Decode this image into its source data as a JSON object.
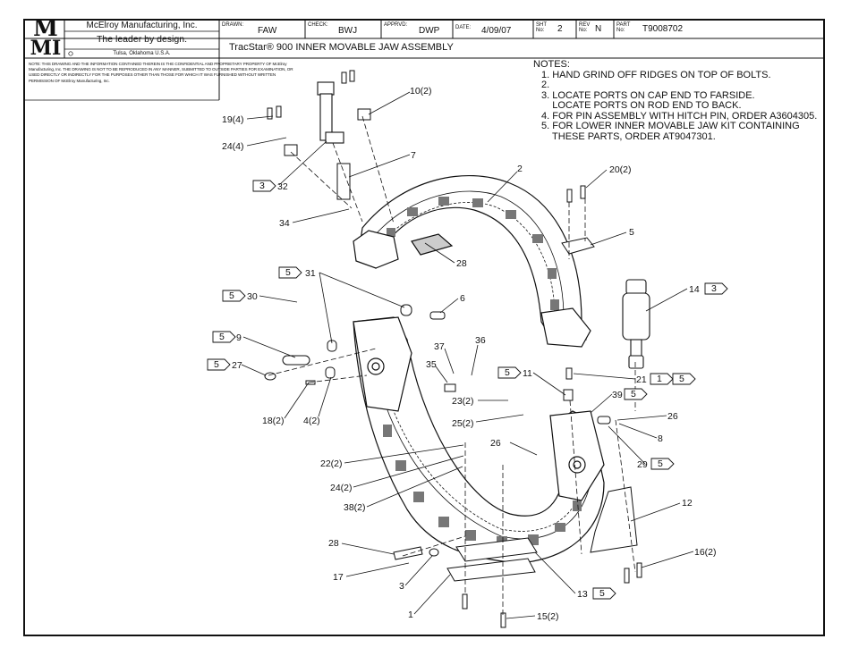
{
  "title_block": {
    "logo_top": "M",
    "logo_bottom": "MI",
    "company": "McElroy Manufacturing, Inc.",
    "tagline": "The leader by design.",
    "location": "Tulsa, Oklahoma U.S.A.",
    "drawn_label": "DRAWN:",
    "drawn_value": "FAW",
    "check_label": "CHECK:",
    "check_value": "BWJ",
    "apprvd_label": "APPRVD:",
    "apprvd_value": "DWP",
    "date_label": "DATE:",
    "date_value": "4/09/07",
    "sht_label": "SHT No:",
    "sht_value": "2",
    "rev_label": "REV No:",
    "rev_value": "N",
    "part_label": "PART No:",
    "part_value": "T9008702",
    "description": "TracStar® 900 INNER MOVABLE JAW ASSEMBLY",
    "notice": "NOTE: THIS DRAWING AND THE INFORMATION CONTAINED THEREIN IS THE CONFIDENTIAL AND PROPRIETARY PROPERTY OF McElroy Manufacturing, Inc. THE DRAWING IS NOT TO BE REPRODUCED IN ANY MANNER, SUBMITTED TO OUTSIDE PARTIES FOR EXAMINATION, OR USED DIRECTLY OR INDIRECTLY FOR THE PURPOSES OTHER THAN THOSE FOR WHICH IT WAS FURNISHED WITHOUT WRITTEN PERMISSION OF McElroy Manufacturing, Inc."
  },
  "notes": {
    "heading": "NOTES:",
    "lines": [
      "1. HAND GRIND OFF RIDGES ON TOP OF BOLTS.",
      "2.",
      "3. LOCATE PORTS ON CAP END TO FARSIDE.",
      "    LOCATE PORTS ON ROD END TO BACK.",
      "4. FOR PIN ASSEMBLY WITH HITCH PIN, ORDER A3604305.",
      "5. FOR LOWER INNER MOVABLE JAW KIT CONTAINING",
      "    THESE PARTS, ORDER AT9047301."
    ]
  },
  "callouts": {
    "c10": "10(2)",
    "c19": "19(4)",
    "c24a": "24(4)",
    "c7": "7",
    "c32": "32",
    "c34": "34",
    "c2": "2",
    "c28a": "28",
    "c20": "20(2)",
    "c5": "5",
    "c14": "14",
    "c31": "31",
    "c30": "30",
    "c6": "6",
    "c9": "9",
    "c27": "27",
    "c37": "37",
    "c36": "36",
    "c35": "35",
    "c18": "18(2)",
    "c4": "4(2)",
    "c11": "11",
    "c21": "21",
    "c23": "23(2)",
    "c39": "39",
    "c26a": "26",
    "c25": "25(2)",
    "c8": "8",
    "c26b": "26",
    "c29": "29",
    "c22": "22(2)",
    "c24b": "24(2)",
    "c38": "38(2)",
    "c12": "12",
    "c28b": "28",
    "c16": "16(2)",
    "c17": "17",
    "c3": "3",
    "c13": "13",
    "c1": "1",
    "c15": "15(2)"
  },
  "flags": {
    "f32": "3",
    "f31": "5",
    "f30": "5",
    "f9": "5",
    "f27": "5",
    "f14": "3",
    "f11": "5",
    "f21a": "1",
    "f21b": "5",
    "f39": "5",
    "f29": "5",
    "f13": "5"
  }
}
